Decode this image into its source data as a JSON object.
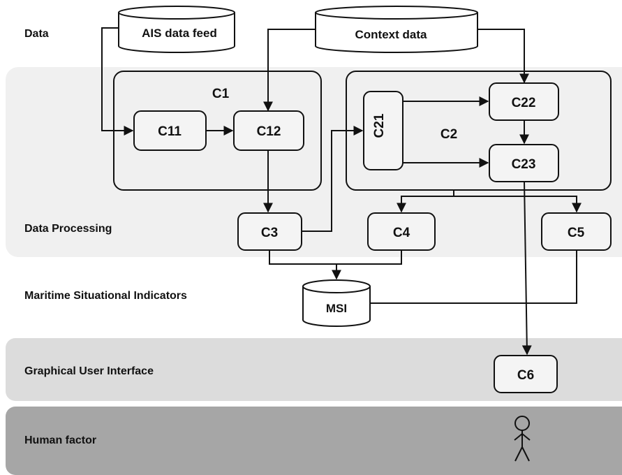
{
  "layers": {
    "data": "Data",
    "data_processing": "Data Processing",
    "msi": "Maritime Situational Indicators",
    "gui": "Graphical User Interface",
    "human": "Human factor"
  },
  "databases": {
    "ais": "AIS data feed",
    "context": "Context data",
    "msi": "MSI"
  },
  "groups": {
    "c1": "C1",
    "c2": "C2"
  },
  "nodes": {
    "c11": "C11",
    "c12": "C12",
    "c21": "C21",
    "c22": "C22",
    "c23": "C23",
    "c3": "C3",
    "c4": "C4",
    "c5": "C5",
    "c6": "C6"
  },
  "colors": {
    "processing_band": "#f0f0f0",
    "gui_band": "#dcdcdc",
    "human_band": "#a6a6a6",
    "node_fill": "#f4f4f4",
    "stroke": "#111111"
  }
}
